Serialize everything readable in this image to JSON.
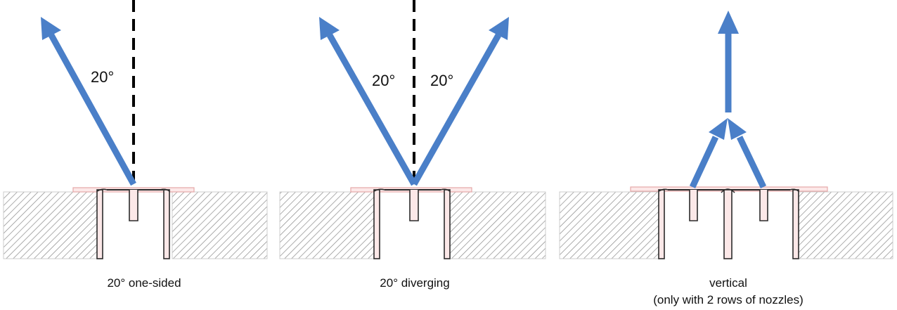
{
  "colors": {
    "arrow": "#4a7fc8",
    "axis": "#000000",
    "profile_fill": "#fce8e8",
    "profile_stroke": "#2b2b2b",
    "profile_edge": "#e6a8a8",
    "hatch": "#8a8a8a"
  },
  "panels": [
    {
      "id": "one-sided",
      "angle_labels": [
        "20°"
      ],
      "caption_lines": [
        "20° one-sided"
      ]
    },
    {
      "id": "diverging",
      "angle_labels": [
        "20°",
        "20°"
      ],
      "caption_lines": [
        "20° diverging"
      ]
    },
    {
      "id": "vertical",
      "angle_labels": [],
      "caption_lines": [
        "vertical",
        "(only with 2 rows of nozzles)"
      ]
    }
  ]
}
